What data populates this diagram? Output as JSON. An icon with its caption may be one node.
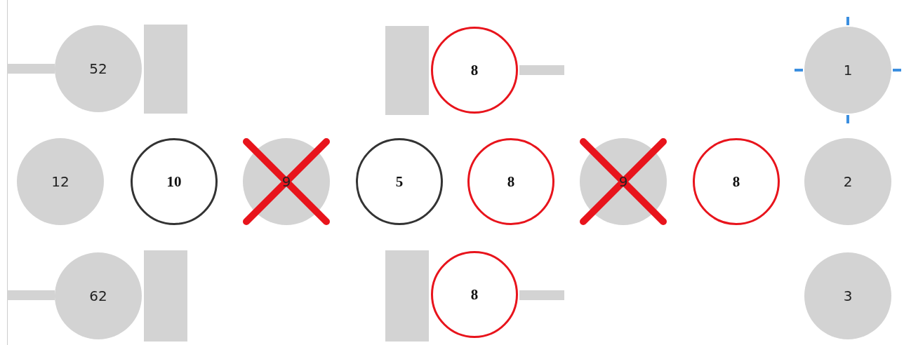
{
  "diagram": {
    "nodes": [
      {
        "text": [
          "52"
        ]
      },
      {
        "text": [
          "8"
        ]
      },
      {
        "text": [
          "1"
        ]
      },
      {
        "text": [
          "12"
        ]
      },
      {
        "text": [
          "10"
        ]
      },
      {
        "text": [
          "9"
        ]
      },
      {
        "text": [
          "5"
        ]
      },
      {
        "text": [
          "8"
        ]
      },
      {
        "text": [
          "9"
        ]
      },
      {
        "text": [
          "8"
        ]
      },
      {
        "text": [
          "2"
        ]
      },
      {
        "text": [
          "62"
        ]
      },
      {
        "text": [
          "8"
        ]
      },
      {
        "text": [
          "3"
        ]
      },
      {
        "text": [],
        "shape": "box"
      },
      {
        "text": [],
        "shape": "box"
      },
      {
        "text": [],
        "shape": "box"
      },
      {
        "text": [],
        "shape": "box"
      }
    ]
  }
}
